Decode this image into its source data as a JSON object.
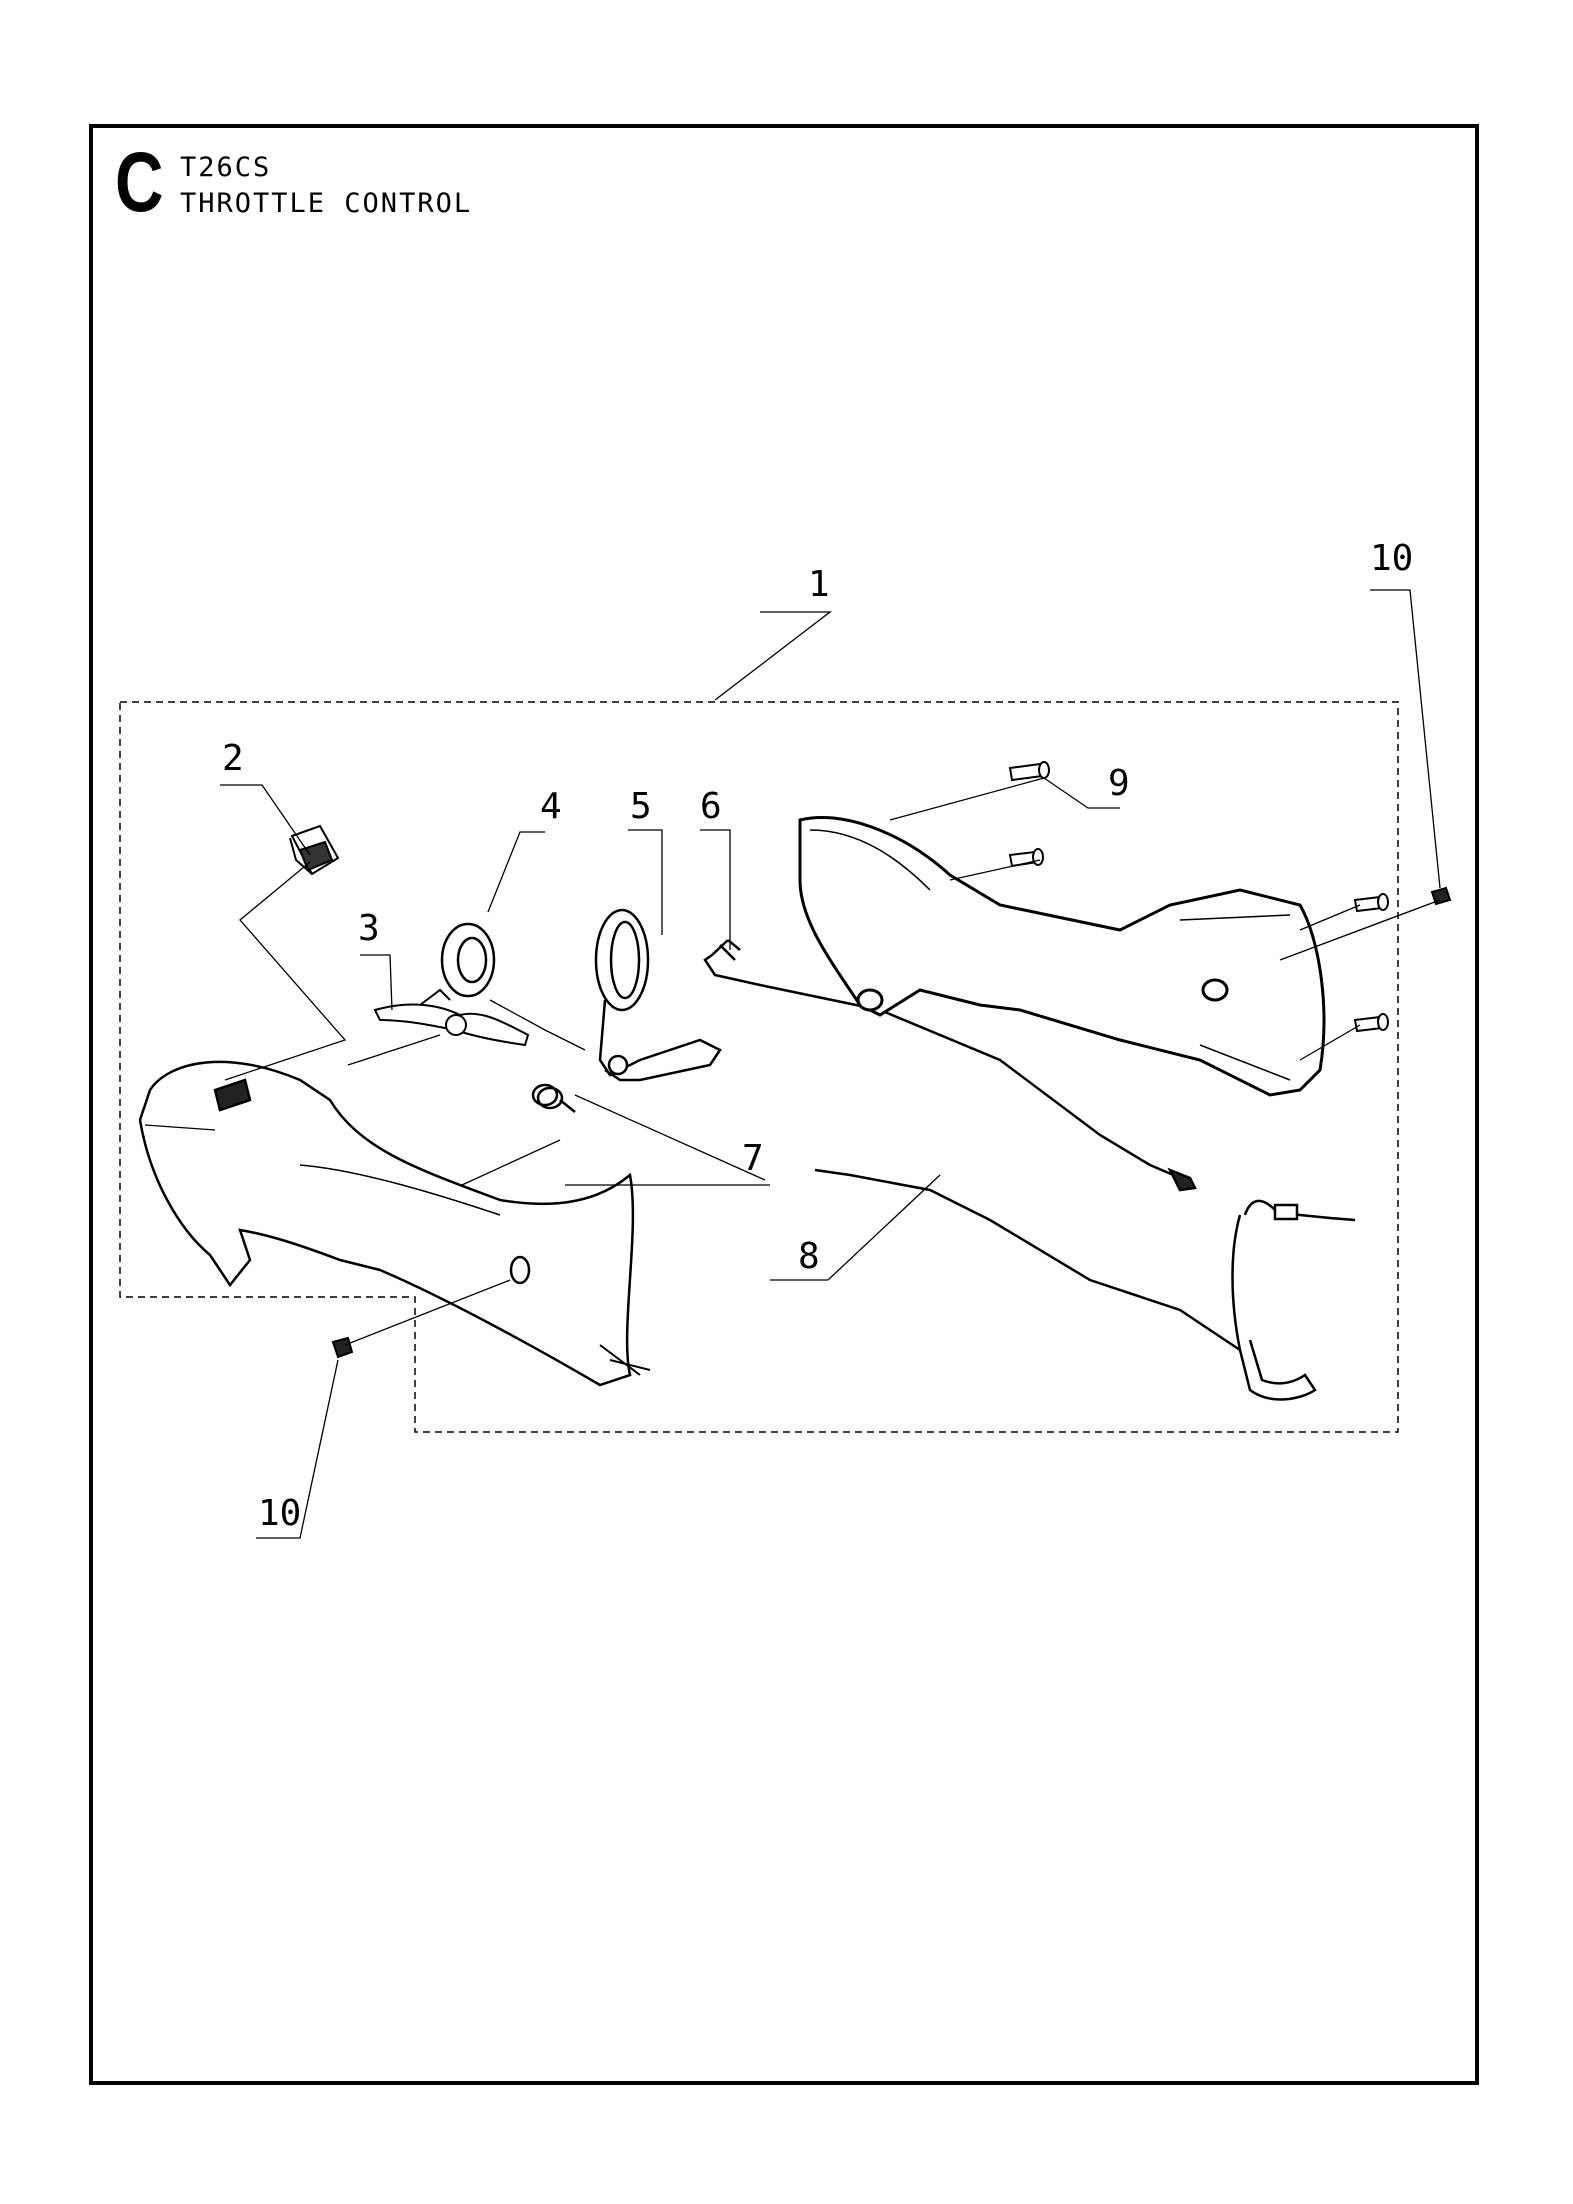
{
  "section": {
    "letter": "C",
    "model": "T26CS",
    "title": "THROTTLE CONTROL"
  },
  "callouts": [
    "1",
    "2",
    "3",
    "4",
    "5",
    "6",
    "7",
    "8",
    "9",
    "10",
    "10"
  ],
  "colors": {
    "line": "#000000",
    "background": "#ffffff"
  }
}
